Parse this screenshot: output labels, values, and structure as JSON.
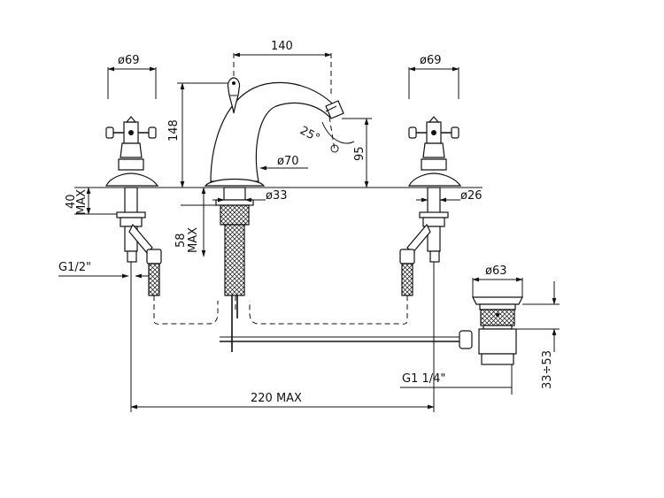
{
  "dimensions": {
    "spout_spread": "140",
    "left_handle_dia": "ø69",
    "right_handle_dia": "ø69",
    "spout_height": "148",
    "spout_angle": "25°",
    "outlet_height": "95",
    "spout_base_dia": "ø70",
    "body_shank_dia": "ø33",
    "valve_shank_dia": "ø26",
    "deck_thickness": "40",
    "deck_thickness_max": "MAX",
    "mixer_depth": "58",
    "mixer_depth_max": "MAX",
    "inlet_thread": "G1/2\"",
    "waste_flange_dia": "ø63",
    "waste_thread": "G1  1/4\"",
    "waste_range": "33÷53",
    "overall_width": "220  MAX"
  }
}
